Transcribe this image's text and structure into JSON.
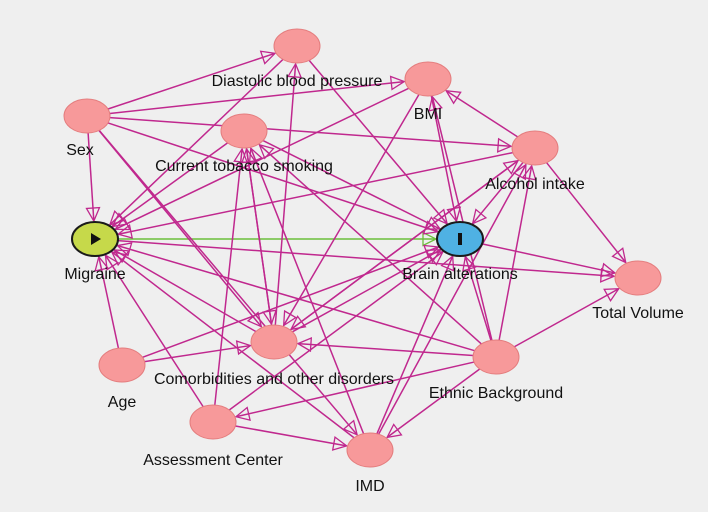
{
  "colors": {
    "background": "#efefef",
    "node_fill": "#f7999a",
    "node_stroke": "#e47d7e",
    "edge_causal": "#c0288e",
    "edge_exposure_outcome": "#6bbf3c",
    "exposure_fill": "#c6d94a",
    "outcome_fill": "#4fb1e3"
  },
  "nodes": [
    {
      "id": "dbp",
      "label": "Diastolic blood pressure",
      "role": "adjusted"
    },
    {
      "id": "bmi",
      "label": "BMI",
      "role": "adjusted"
    },
    {
      "id": "sex",
      "label": "Sex",
      "role": "adjusted"
    },
    {
      "id": "smoke",
      "label": "Current tobacco smoking",
      "role": "adjusted"
    },
    {
      "id": "alcohol",
      "label": "Alcohol intake",
      "role": "adjusted"
    },
    {
      "id": "migraine",
      "label": "Migraine",
      "role": "exposure",
      "icon": "play-icon"
    },
    {
      "id": "brain",
      "label": "Brain alterations",
      "role": "outcome",
      "icon": "outcome-bar-icon"
    },
    {
      "id": "tv",
      "label": "Total Volume",
      "role": "adjusted"
    },
    {
      "id": "comorb",
      "label": "Comorbidities and other disorders",
      "role": "adjusted"
    },
    {
      "id": "ethnic",
      "label": "Ethnic Background",
      "role": "adjusted"
    },
    {
      "id": "age",
      "label": "Age",
      "role": "adjusted"
    },
    {
      "id": "assess",
      "label": "Assessment Center",
      "role": "adjusted"
    },
    {
      "id": "imd",
      "label": "IMD",
      "role": "adjusted"
    }
  ],
  "edges": [
    {
      "from": "migraine",
      "to": "brain",
      "type": "exposure_outcome"
    },
    {
      "from": "sex",
      "to": "dbp"
    },
    {
      "from": "sex",
      "to": "bmi"
    },
    {
      "from": "sex",
      "to": "alcohol"
    },
    {
      "from": "sex",
      "to": "migraine"
    },
    {
      "from": "sex",
      "to": "brain"
    },
    {
      "from": "sex",
      "to": "comorb"
    },
    {
      "from": "sex",
      "to": "imd"
    },
    {
      "from": "dbp",
      "to": "migraine"
    },
    {
      "from": "dbp",
      "to": "brain"
    },
    {
      "from": "bmi",
      "to": "migraine"
    },
    {
      "from": "bmi",
      "to": "brain"
    },
    {
      "from": "bmi",
      "to": "comorb"
    },
    {
      "from": "smoke",
      "to": "migraine"
    },
    {
      "from": "smoke",
      "to": "brain"
    },
    {
      "from": "smoke",
      "to": "comorb"
    },
    {
      "from": "alcohol",
      "to": "bmi"
    },
    {
      "from": "alcohol",
      "to": "brain"
    },
    {
      "from": "alcohol",
      "to": "tv"
    },
    {
      "from": "alcohol",
      "to": "comorb"
    },
    {
      "from": "alcohol",
      "to": "migraine"
    },
    {
      "from": "brain",
      "to": "tv"
    },
    {
      "from": "migraine",
      "to": "tv"
    },
    {
      "from": "comorb",
      "to": "migraine"
    },
    {
      "from": "comorb",
      "to": "brain"
    },
    {
      "from": "comorb",
      "to": "dbp"
    },
    {
      "from": "comorb",
      "to": "smoke"
    },
    {
      "from": "comorb",
      "to": "alcohol"
    },
    {
      "from": "ethnic",
      "to": "migraine"
    },
    {
      "from": "ethnic",
      "to": "brain"
    },
    {
      "from": "ethnic",
      "to": "comorb"
    },
    {
      "from": "ethnic",
      "to": "assess"
    },
    {
      "from": "ethnic",
      "to": "imd"
    },
    {
      "from": "ethnic",
      "to": "tv"
    },
    {
      "from": "ethnic",
      "to": "bmi"
    },
    {
      "from": "ethnic",
      "to": "smoke"
    },
    {
      "from": "ethnic",
      "to": "alcohol"
    },
    {
      "from": "age",
      "to": "migraine"
    },
    {
      "from": "age",
      "to": "brain"
    },
    {
      "from": "age",
      "to": "comorb"
    },
    {
      "from": "assess",
      "to": "migraine"
    },
    {
      "from": "assess",
      "to": "brain"
    },
    {
      "from": "assess",
      "to": "imd"
    },
    {
      "from": "assess",
      "to": "smoke"
    },
    {
      "from": "imd",
      "to": "migraine"
    },
    {
      "from": "imd",
      "to": "brain"
    },
    {
      "from": "imd",
      "to": "smoke"
    },
    {
      "from": "imd",
      "to": "alcohol"
    }
  ]
}
